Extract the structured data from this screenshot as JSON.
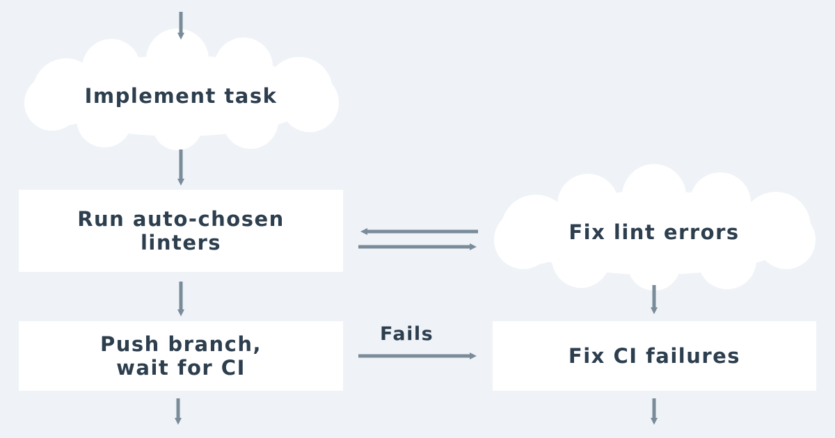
{
  "colors": {
    "background": "#eff3f7",
    "node_fill": "#ffffff",
    "arrow": "#7a8b9a",
    "text": "#2d3e4e"
  },
  "nodes": {
    "implement": {
      "label": "Implement task",
      "shape": "cloud"
    },
    "linters": {
      "line1": "Run auto-chosen",
      "line2": "linters",
      "shape": "box"
    },
    "fix_lint": {
      "label": "Fix lint errors",
      "shape": "cloud"
    },
    "push": {
      "line1": "Push branch,",
      "line2": "wait for CI",
      "shape": "box"
    },
    "fix_ci": {
      "label": "Fix CI failures",
      "shape": "box"
    }
  },
  "edges": {
    "fails_label": "Fails"
  }
}
